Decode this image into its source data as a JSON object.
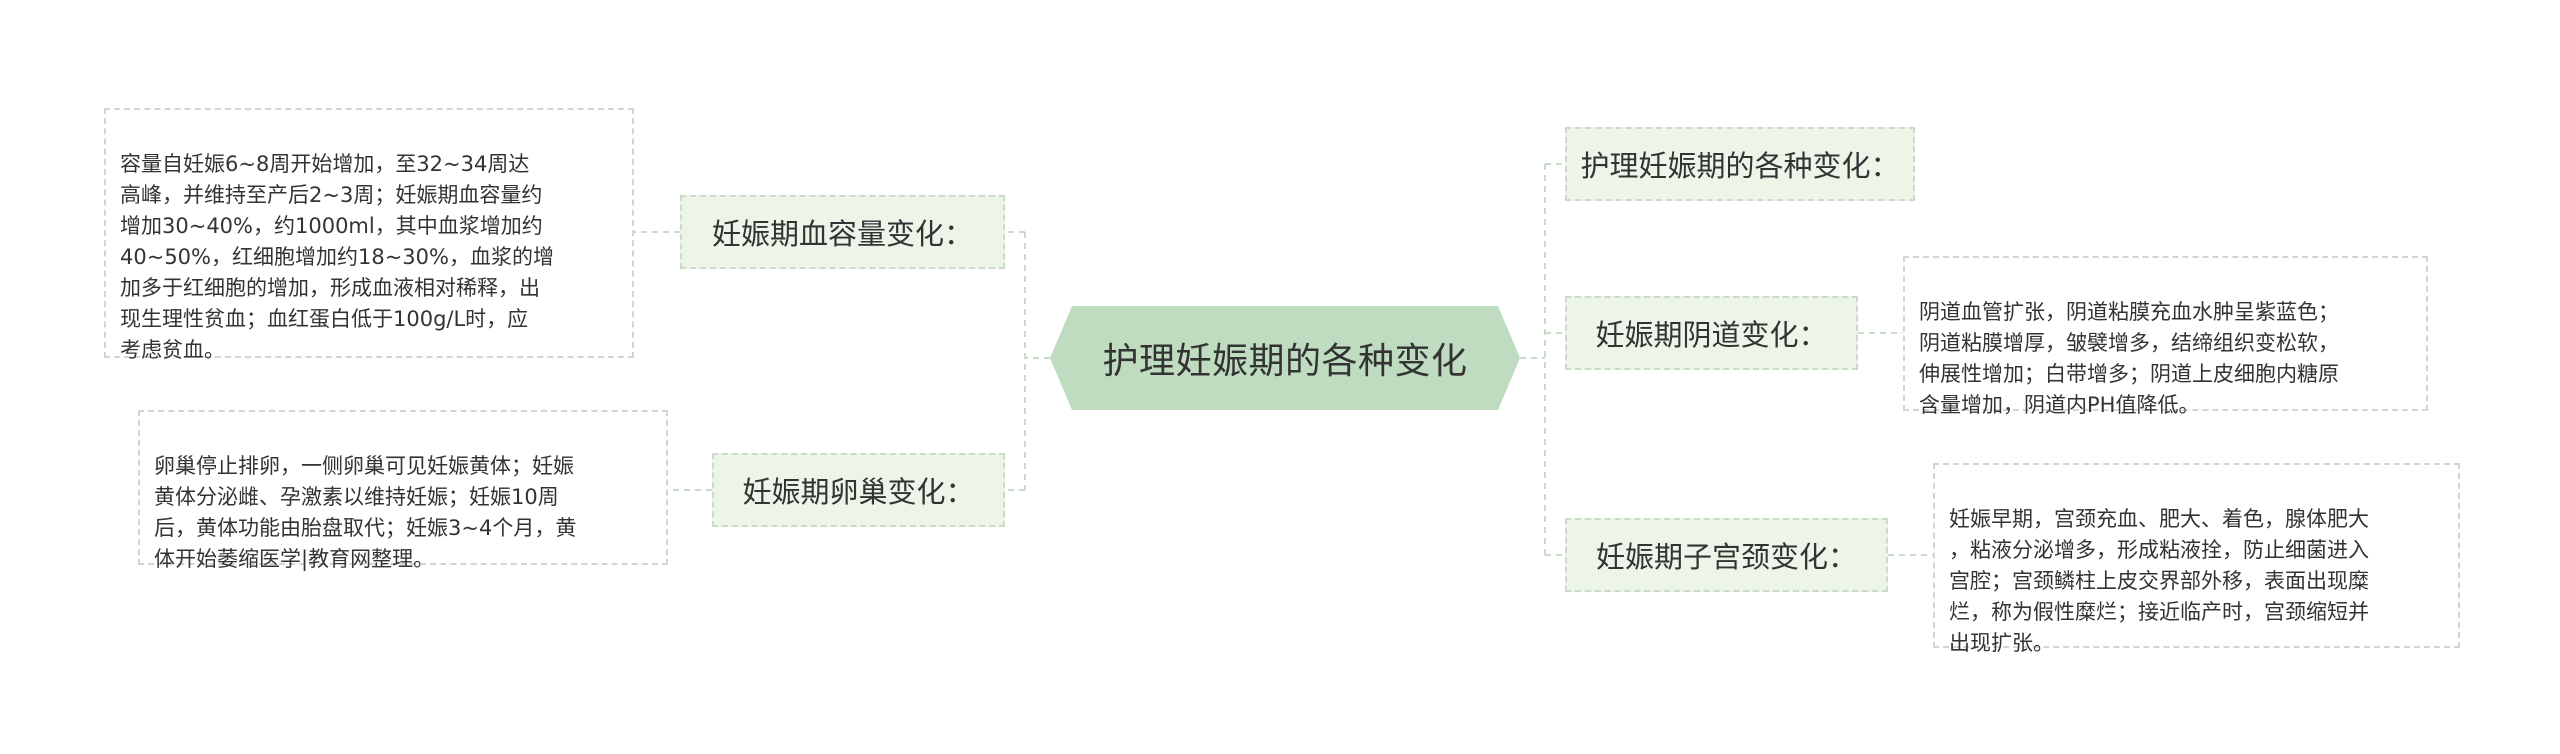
{
  "root": {
    "title": "护理妊娠期的各种变化"
  },
  "branches": {
    "blood_volume": {
      "label": "妊娠期血容量变化：",
      "detail": "容量自妊娠6~8周开始增加，至32~34周达\n高峰，并维持至产后2~3周；妊娠期血容量约\n增加30~40%，约1000ml，其中血浆增加约\n40~50%，红细胞增加约18~30%，血浆的增\n加多于红细胞的增加，形成血液相对稀释，出\n现生理性贫血；血红蛋白低于100g/L时，应\n考虑贫血。"
    },
    "ovary": {
      "label": "妊娠期卵巢变化：",
      "detail": "卵巢停止排卵，一侧卵巢可见妊娠黄体；妊娠\n黄体分泌雌、孕激素以维持妊娠；妊娠10周\n后，黄体功能由胎盘取代；妊娠3~4个月，黄\n体开始萎缩医学|教育网整理。"
    },
    "nursing": {
      "label": "护理妊娠期的各种变化："
    },
    "vagina": {
      "label": "妊娠期阴道变化：",
      "detail": "阴道血管扩张，阴道粘膜充血水肿呈紫蓝色；\n阴道粘膜增厚，皱襞增多，结缔组织变松软，\n伸展性增加；白带增多；阴道上皮细胞内糖原\n含量增加，阴道内PH值降低。"
    },
    "cervix": {
      "label": "妊娠期子宫颈变化：",
      "detail": "妊娠早期，宫颈充血、肥大、着色，腺体肥大\n，粘液分泌增多，形成粘液拴，防止细菌进入\n宫腔；宫颈鳞柱上皮交界部外移，表面出现糜\n烂，称为假性糜烂；接近临产时，宫颈缩短并\n出现扩张。"
    }
  },
  "colors": {
    "root_fill": "#c0dcc0",
    "branch_fill": "#edf5e8",
    "branch_border": "#c8dcc8",
    "leaf_border": "#d4d4d4",
    "connector": "#c8dcc8",
    "text": "#333333"
  }
}
